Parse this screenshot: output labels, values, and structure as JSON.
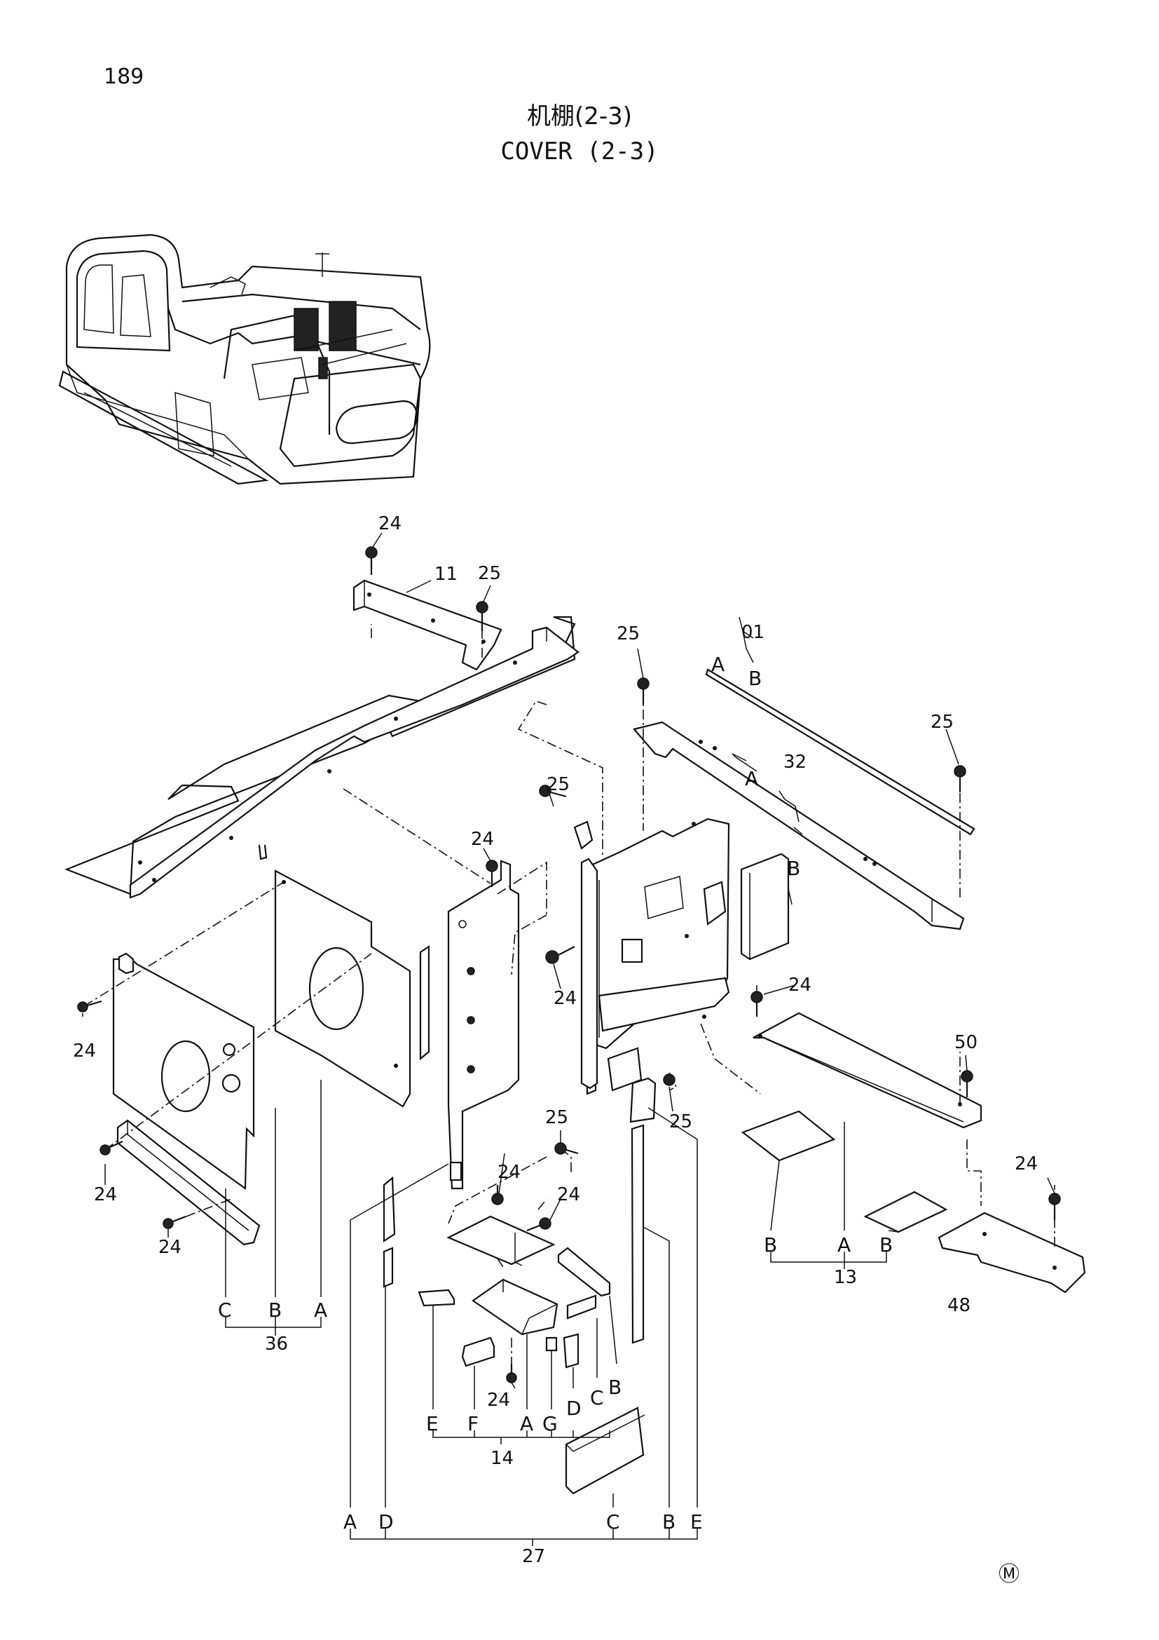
{
  "page": {
    "number": "189",
    "title_cn": "机棚(2-3)",
    "title_en": "COVER (2-3)",
    "mark": "Ⓜ"
  },
  "callouts": {
    "c24a": "24",
    "c25a": "25",
    "c11": "11",
    "c25b": "25",
    "c01": "01",
    "c01A": "A",
    "c01B": "B",
    "c25c": "25",
    "c25d": "25",
    "c24b": "24",
    "c32": "32",
    "c32A": "A",
    "c32B": "B",
    "c24c": "24",
    "c24d": "24",
    "c24e": "24",
    "c50": "50",
    "c25e": "25",
    "c25f": "25",
    "c24f": "24",
    "c24g": "24",
    "c24h": "24",
    "c24i": "24",
    "c24j": "24",
    "c24k": "24",
    "c48": "48"
  },
  "groups": {
    "g36": {
      "number": "36",
      "letters": [
        "C",
        "B",
        "A"
      ]
    },
    "g13": {
      "number": "13",
      "letters": [
        "B",
        "A",
        "B"
      ]
    },
    "g14": {
      "number": "14",
      "letters": [
        "E",
        "F",
        "A",
        "G",
        "D",
        "C",
        "B"
      ]
    },
    "g27": {
      "number": "27",
      "letters": [
        "A",
        "D",
        "C",
        "B",
        "E"
      ]
    }
  }
}
